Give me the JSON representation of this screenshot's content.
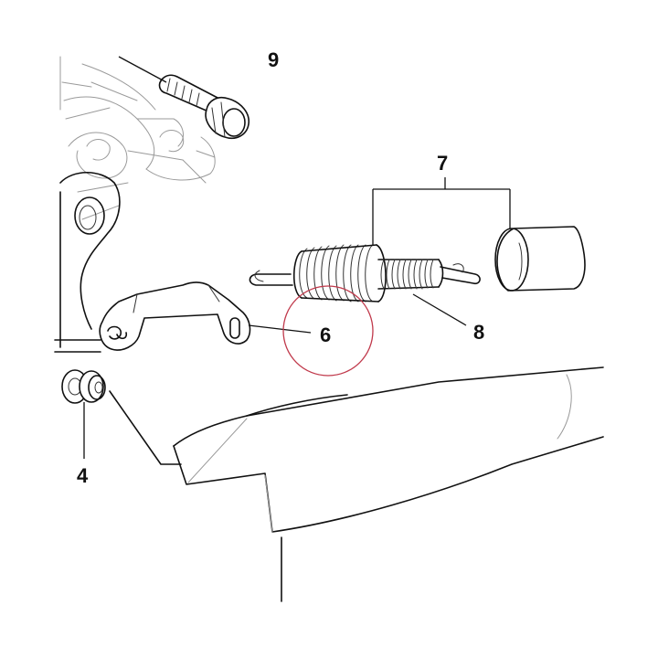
{
  "callouts": {
    "c4": "4",
    "c6": "6",
    "c7": "7",
    "c8": "8",
    "c9": "9"
  },
  "highlight_color": "#c0394b"
}
